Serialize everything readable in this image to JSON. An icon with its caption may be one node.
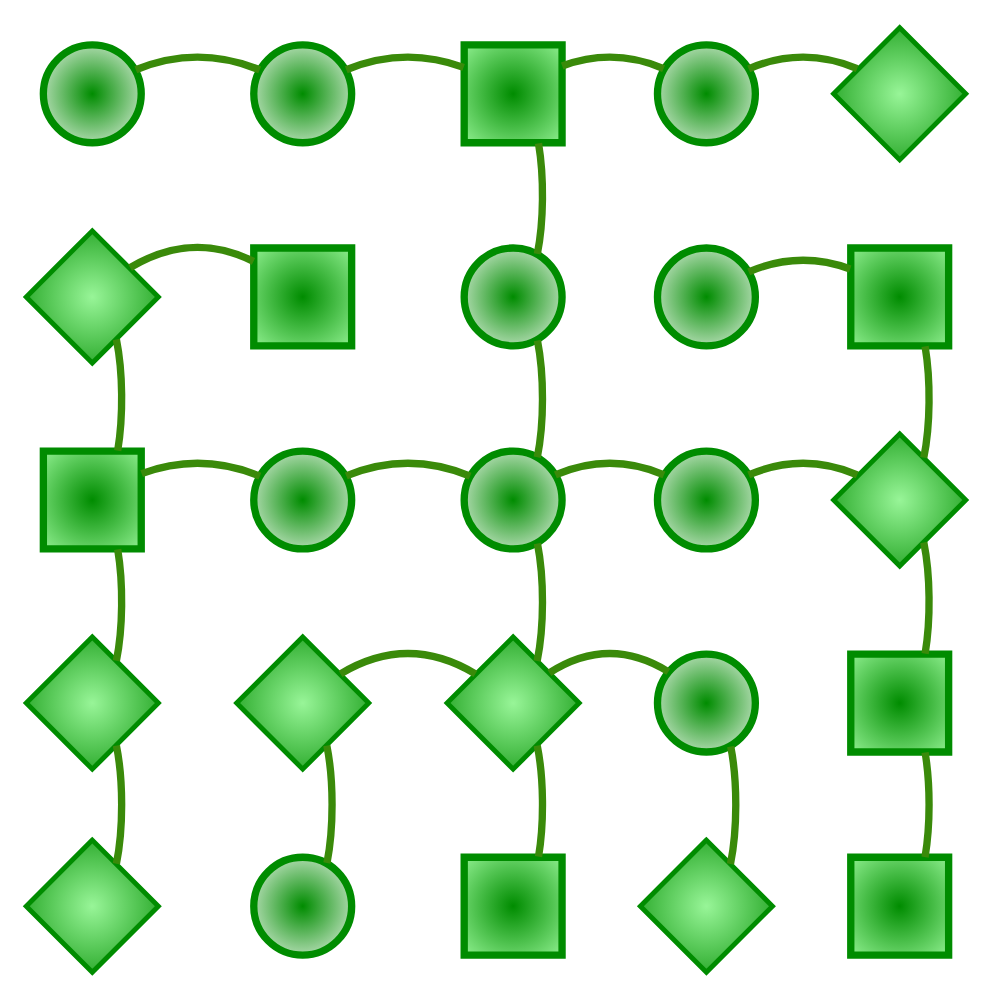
{
  "diagram": {
    "nodes": [
      {
        "text": [],
        "shape": "circle"
      },
      {
        "text": [],
        "shape": "circle"
      },
      {
        "text": [],
        "shape": "box"
      },
      {
        "text": [],
        "shape": "circle"
      },
      {
        "text": [],
        "shape": "diamond"
      },
      {
        "text": [],
        "shape": "diamond"
      },
      {
        "text": [],
        "shape": "box"
      },
      {
        "text": [],
        "shape": "circle"
      },
      {
        "text": [],
        "shape": "circle"
      },
      {
        "text": [],
        "shape": "box"
      },
      {
        "text": [],
        "shape": "box"
      },
      {
        "text": [],
        "shape": "circle"
      },
      {
        "text": [],
        "shape": "circle"
      },
      {
        "text": [],
        "shape": "circle"
      },
      {
        "text": [],
        "shape": "diamond"
      },
      {
        "text": [],
        "shape": "diamond"
      },
      {
        "text": [],
        "shape": "diamond"
      },
      {
        "text": [],
        "shape": "diamond"
      },
      {
        "text": [],
        "shape": "circle"
      },
      {
        "text": [],
        "shape": "box"
      },
      {
        "text": [],
        "shape": "diamond"
      },
      {
        "text": [],
        "shape": "circle"
      },
      {
        "text": [],
        "shape": "box"
      },
      {
        "text": [],
        "shape": "diamond"
      },
      {
        "text": [],
        "shape": "box"
      }
    ],
    "edges": [
      {
        "from": 0,
        "to": 1,
        "arrow": "none"
      },
      {
        "from": 1,
        "to": 2,
        "arrow": "none"
      },
      {
        "from": 2,
        "to": 3,
        "arrow": "none"
      },
      {
        "from": 3,
        "to": 4,
        "arrow": "none"
      },
      {
        "from": 2,
        "to": 7,
        "arrow": "none"
      },
      {
        "from": 5,
        "to": 6,
        "arrow": "none"
      },
      {
        "from": 8,
        "to": 9,
        "arrow": "none"
      },
      {
        "from": 5,
        "to": 10,
        "arrow": "none"
      },
      {
        "from": 7,
        "to": 12,
        "arrow": "none"
      },
      {
        "from": 9,
        "to": 14,
        "arrow": "none"
      },
      {
        "from": 10,
        "to": 11,
        "arrow": "none"
      },
      {
        "from": 11,
        "to": 12,
        "arrow": "none"
      },
      {
        "from": 12,
        "to": 13,
        "arrow": "none"
      },
      {
        "from": 13,
        "to": 14,
        "arrow": "none"
      },
      {
        "from": 10,
        "to": 15,
        "arrow": "none"
      },
      {
        "from": 12,
        "to": 17,
        "arrow": "none"
      },
      {
        "from": 14,
        "to": 19,
        "arrow": "none"
      },
      {
        "from": 16,
        "to": 17,
        "arrow": "none"
      },
      {
        "from": 17,
        "to": 18,
        "arrow": "none"
      },
      {
        "from": 15,
        "to": 20,
        "arrow": "none"
      },
      {
        "from": 16,
        "to": 21,
        "arrow": "none"
      },
      {
        "from": 17,
        "to": 22,
        "arrow": "none"
      },
      {
        "from": 18,
        "to": 23,
        "arrow": "none"
      },
      {
        "from": 19,
        "to": 24,
        "arrow": "none"
      }
    ]
  }
}
